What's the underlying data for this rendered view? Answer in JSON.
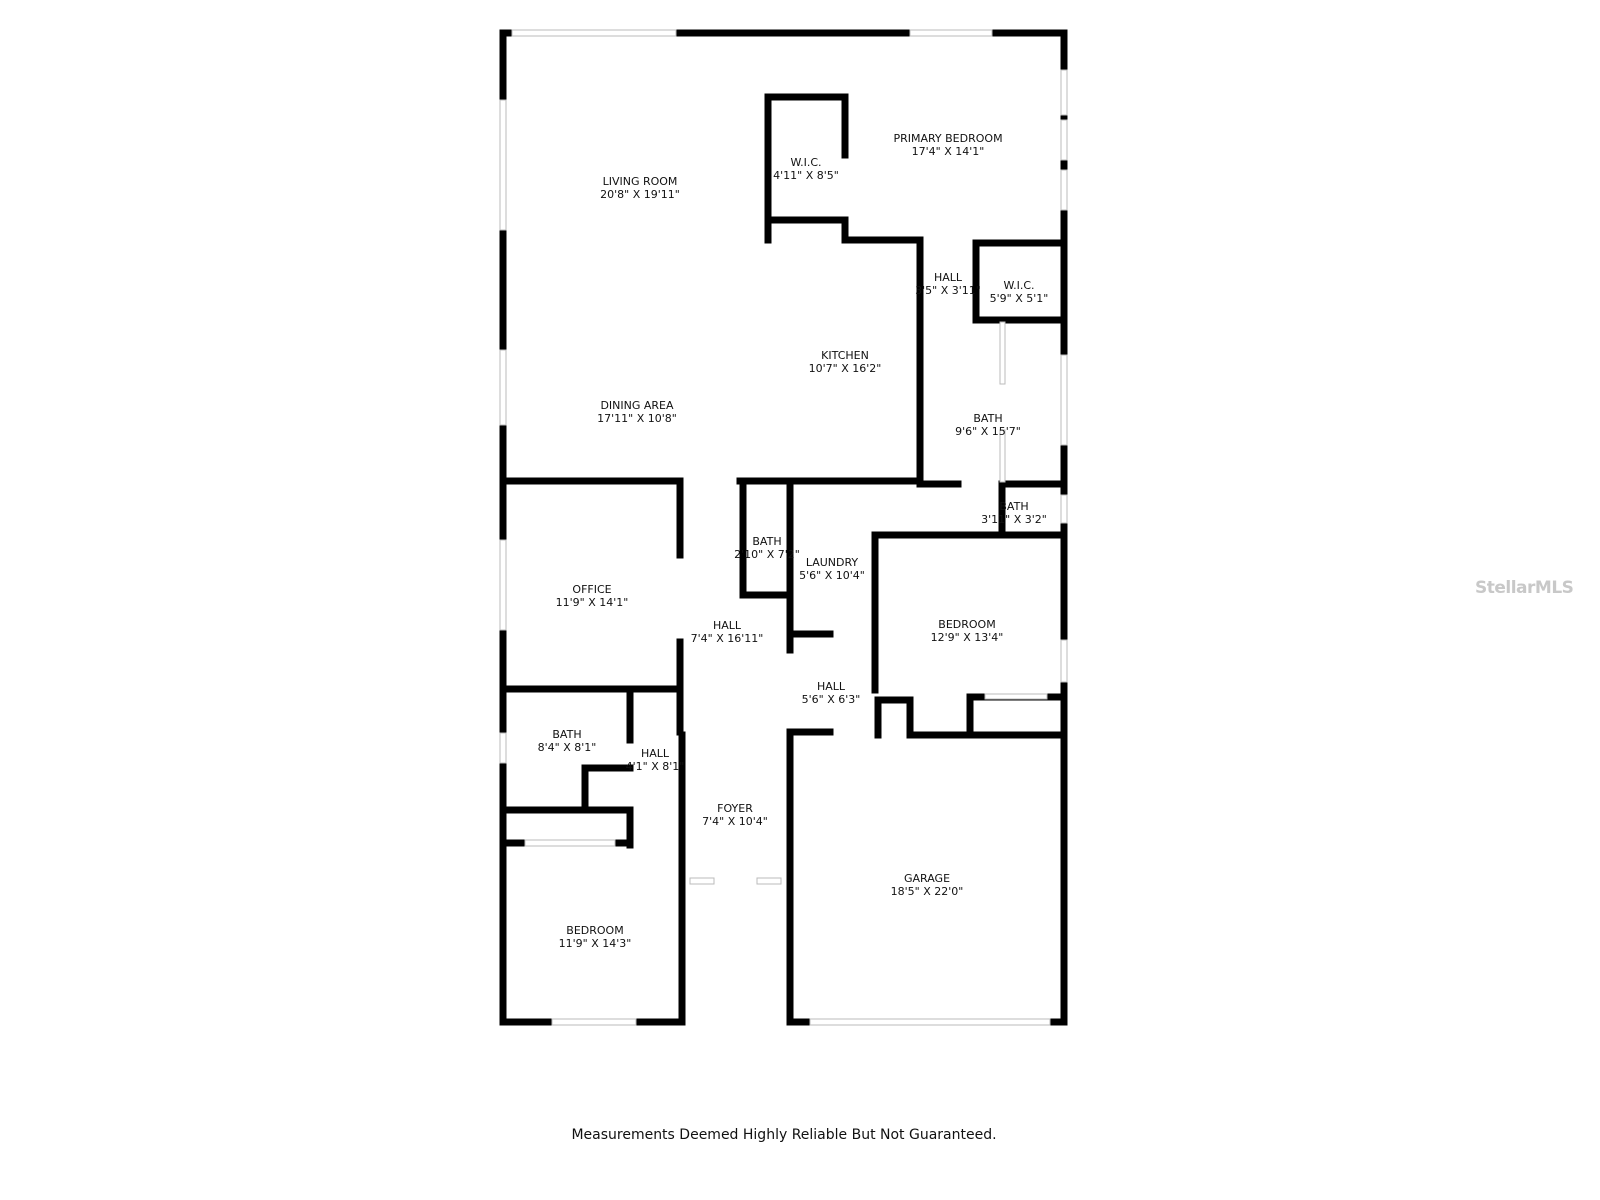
{
  "rooms": [
    {
      "name": "LIVING ROOM",
      "size": "20'8\" X 19'11\""
    },
    {
      "name": "W.I.C.",
      "size": "4'11\" X 8'5\""
    },
    {
      "name": "PRIMARY BEDROOM",
      "size": "17'4\" X 14'1\""
    },
    {
      "name": "HALL",
      "size": "3'5\" X 3'11\""
    },
    {
      "name": "W.I.C.",
      "size": "5'9\" X 5'1\""
    },
    {
      "name": "KITCHEN",
      "size": "10'7\" X 16'2\""
    },
    {
      "name": "DINING AREA",
      "size": "17'11\" X 10'8\""
    },
    {
      "name": "BATH",
      "size": "9'6\" X 15'7\""
    },
    {
      "name": "BATH",
      "size": "3'11\" X 3'2\""
    },
    {
      "name": "BATH",
      "size": "2'10\" X 7'2\""
    },
    {
      "name": "LAUNDRY",
      "size": "5'6\" X 10'4\""
    },
    {
      "name": "OFFICE",
      "size": "11'9\" X 14'1\""
    },
    {
      "name": "HALL",
      "size": "7'4\" X 16'11\""
    },
    {
      "name": "BEDROOM",
      "size": "12'9\" X 13'4\""
    },
    {
      "name": "HALL",
      "size": "5'6\" X 6'3\""
    },
    {
      "name": "BATH",
      "size": "8'4\" X 8'1\""
    },
    {
      "name": "HALL",
      "size": "4'1\" X 8'1\""
    },
    {
      "name": "FOYER",
      "size": "7'4\" X 10'4\""
    },
    {
      "name": "GARAGE",
      "size": "18'5\" X 22'0\""
    },
    {
      "name": "BEDROOM",
      "size": "11'9\" X 14'3\""
    }
  ],
  "disclaimer": "Measurements Deemed Highly Reliable But Not Guaranteed.",
  "watermark": "StellarMLS",
  "colors": {
    "wall": "#000000",
    "window": "#cccccc",
    "background": "#ffffff"
  }
}
